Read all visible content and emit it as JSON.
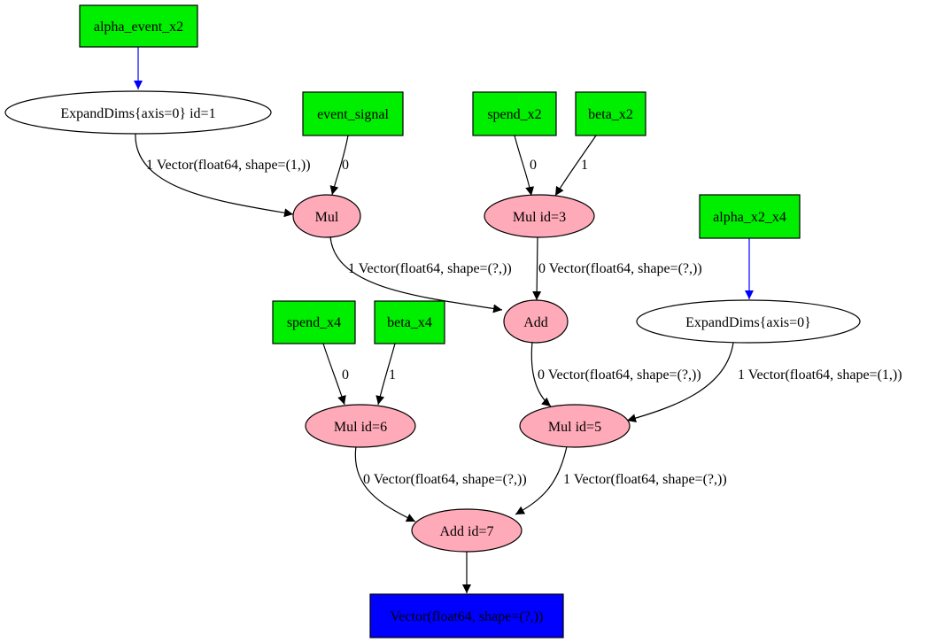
{
  "colors": {
    "input": "#00ee00",
    "op": "#ffaab8",
    "output": "#0000ff",
    "plain": "#ffffff",
    "edge": "#000000",
    "edge_dimshuffle": "#0000ff"
  },
  "nodes": {
    "alpha_event_x2": "alpha_event_x2",
    "expand1": "ExpandDims{axis=0} id=1",
    "event_signal": "event_signal",
    "spend_x2": "spend_x2",
    "beta_x2": "beta_x2",
    "mul": "Mul",
    "mul3": "Mul id=3",
    "alpha_x2_x4": "alpha_x2_x4",
    "add": "Add",
    "expand": "ExpandDims{axis=0}",
    "spend_x4": "spend_x4",
    "beta_x4": "beta_x4",
    "mul6": "Mul id=6",
    "mul5": "Mul id=5",
    "add7": "Add id=7",
    "output": "Vector(float64, shape=(?,))"
  },
  "edges": {
    "expand1_mul": "1 Vector(float64, shape=(1,))",
    "event_mul": "0",
    "spend2_mul3": "0",
    "beta2_mul3": "1",
    "mul_add": "1 Vector(float64, shape=(?,))",
    "mul3_add": "0 Vector(float64, shape=(?,))",
    "spend4_mul6": "0",
    "beta4_mul6": "1",
    "add_mul5": "0 Vector(float64, shape=(?,))",
    "expand_mul5": "1 Vector(float64, shape=(1,))",
    "mul6_add7": "0 Vector(float64, shape=(?,))",
    "mul5_add7": "1 Vector(float64, shape=(?,))"
  }
}
